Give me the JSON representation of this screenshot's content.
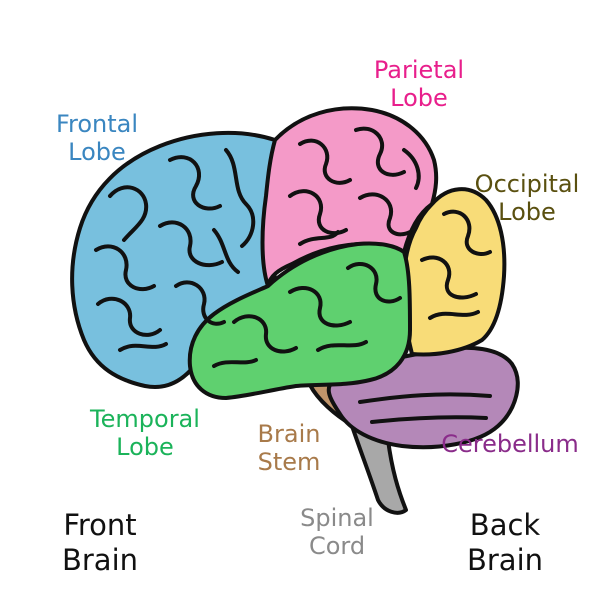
{
  "colors": {
    "frontal": "#78c0de",
    "parietal": "#f49ac8",
    "occipital": "#f8dc78",
    "temporal": "#5fd06f",
    "cerebellum": "#b488b8",
    "brain_stem": "#c0946a",
    "spinal_cord": "#a8a8a8",
    "outline": "#111111",
    "label_frontal": "#3a86c0",
    "label_parietal": "#e81f8c",
    "label_occipital": "#5a5010",
    "label_temporal": "#1bb35a",
    "label_cerebellum": "#8a2c8a",
    "label_brain_stem": "#a87a4a",
    "label_spinal_cord": "#8a8a8a",
    "label_plain": "#111111"
  },
  "labels": {
    "frontal": [
      "Frontal",
      "Lobe"
    ],
    "parietal": [
      "Parietal",
      "Lobe"
    ],
    "occipital": [
      "Occipital",
      "Lobe"
    ],
    "temporal": [
      "Temporal",
      "Lobe"
    ],
    "brain_stem": [
      "Brain",
      "Stem"
    ],
    "cerebellum": [
      "Cerebellum"
    ],
    "spinal_cord": [
      "Spinal",
      "Cord"
    ],
    "front": [
      "Front",
      "Brain"
    ],
    "back": [
      "Back",
      "Brain"
    ]
  }
}
